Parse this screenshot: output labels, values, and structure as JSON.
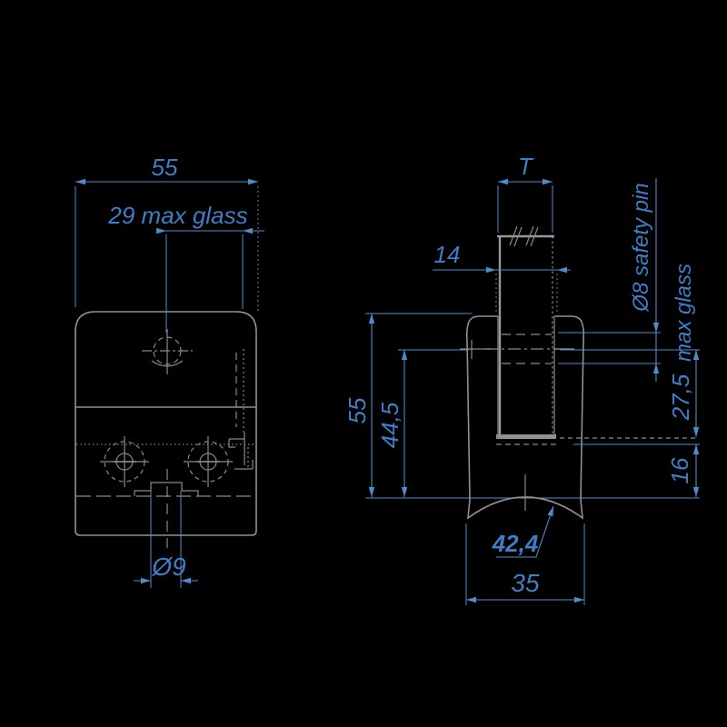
{
  "colors": {
    "background": "#000000",
    "part_outline": "#909090",
    "dimension_lines": "#4f8bca",
    "dimension_text": "#3f7ec6"
  },
  "front_view": {
    "dim_width": "55",
    "dim_max_glass": "29 max glass",
    "dim_hole_diameter": "Ø9"
  },
  "side_view": {
    "dim_glass_thickness": "T",
    "dim_slot_opening": "14",
    "dim_safety_pin": "Ø8 safety pin",
    "dim_max_glass": "max glass",
    "dim_insertion": "27,5",
    "dim_lower_section": "16",
    "dim_height": "55",
    "dim_pin_height": "44,5",
    "dim_tube_diameter": "42,4",
    "dim_depth": "35"
  }
}
